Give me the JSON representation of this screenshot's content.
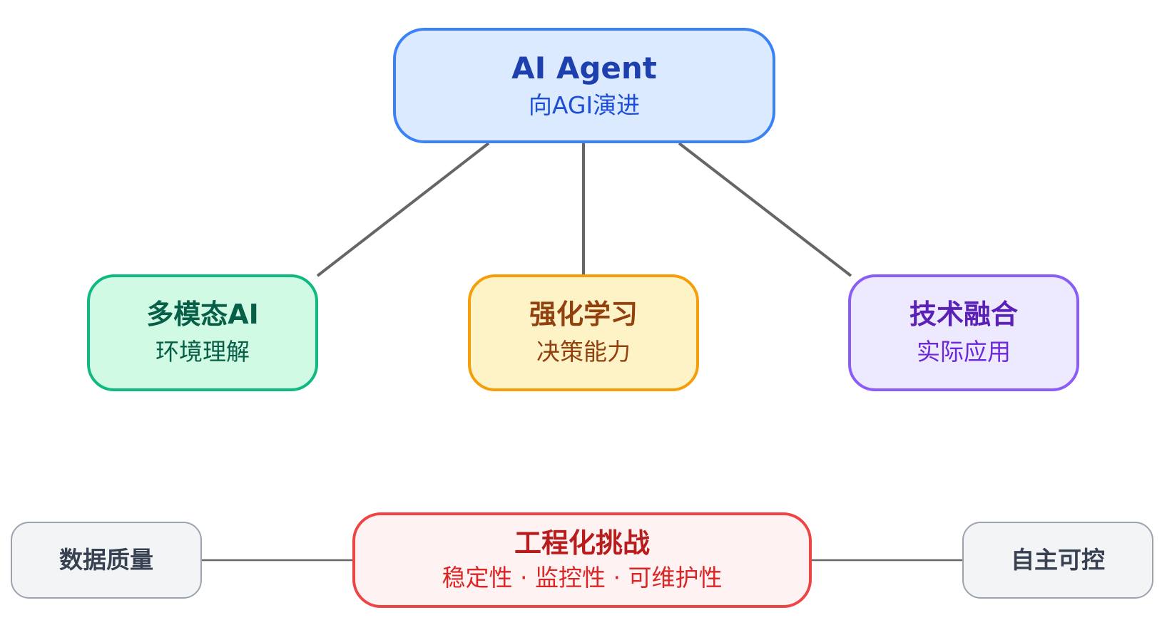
{
  "colors": {
    "connector": "#666666",
    "root": {
      "fill": "#dbeafe",
      "border": "#3b82f6",
      "title": "#1e40af",
      "subtitle": "#1d4ed8"
    },
    "multimodal": {
      "fill": "#d1fae5",
      "border": "#10b981",
      "title": "#065f46",
      "subtitle": "#065f46"
    },
    "rl": {
      "fill": "#fef3c7",
      "border": "#f59e0b",
      "title": "#92400e",
      "subtitle": "#92400e"
    },
    "fusion": {
      "fill": "#ede9fe",
      "border": "#8b5cf6",
      "title": "#5b21b6",
      "subtitle": "#6d28d9"
    },
    "engineering": {
      "fill": "#fef2f2",
      "border": "#ef4444",
      "title": "#b91c1c",
      "subtitle": "#dc2626"
    },
    "side": {
      "fill": "#f3f4f6",
      "border": "#9ca3af",
      "title": "#374151"
    }
  },
  "nodes": {
    "root": {
      "title": "AI Agent",
      "subtitle": "向AGI演进"
    },
    "multimodal": {
      "title": "多模态AI",
      "subtitle": "环境理解"
    },
    "rl": {
      "title": "强化学习",
      "subtitle": "决策能力"
    },
    "fusion": {
      "title": "技术融合",
      "subtitle": "实际应用"
    },
    "engineering": {
      "title": "工程化挑战",
      "subtitle": "稳定性 · 监控性 · 可维护性"
    },
    "data_quality": {
      "title": "数据质量"
    },
    "autonomy": {
      "title": "自主可控"
    }
  },
  "edges": [
    {
      "from": "AI Agent",
      "to": "多模态AI"
    },
    {
      "from": "AI Agent",
      "to": "强化学习"
    },
    {
      "from": "AI Agent",
      "to": "技术融合"
    },
    {
      "from": "数据质量",
      "to": "工程化挑战"
    },
    {
      "from": "工程化挑战",
      "to": "自主可控"
    }
  ]
}
